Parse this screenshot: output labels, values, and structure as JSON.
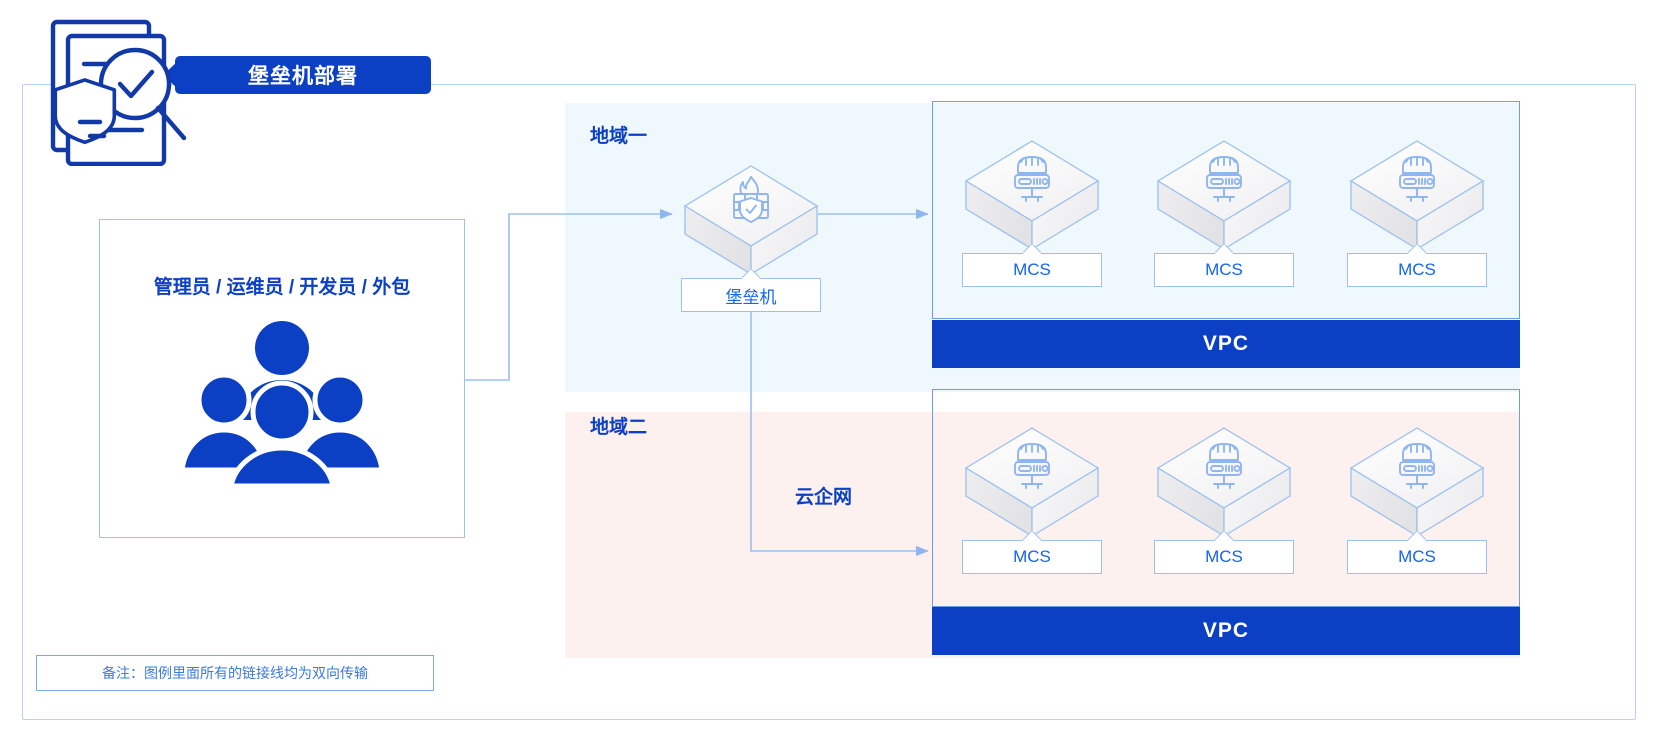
{
  "header": {
    "title": "堡垒机部署",
    "icon": "document-check-shield-icon"
  },
  "users_panel": {
    "label": "管理员 / 运维员 / 开发员 / 外包",
    "icon": "users-group-icon"
  },
  "note": {
    "text": "备注：图例里面所有的链接线均为双向传输"
  },
  "regions": [
    {
      "id": "region-1",
      "title": "地域一",
      "background": "#eef8fd",
      "vpc": {
        "label": "VPC",
        "bar_color": "#0b3fc4",
        "nodes": [
          {
            "label": "MCS",
            "icon": "server-icon"
          },
          {
            "label": "MCS",
            "icon": "server-icon"
          },
          {
            "label": "MCS",
            "icon": "server-icon"
          }
        ]
      }
    },
    {
      "id": "region-2",
      "title": "地域二",
      "background": "#fdf1f0",
      "vpc": {
        "label": "VPC",
        "bar_color": "#0b3fc4",
        "nodes": [
          {
            "label": "MCS",
            "icon": "server-icon"
          },
          {
            "label": "MCS",
            "icon": "server-icon"
          },
          {
            "label": "MCS",
            "icon": "server-icon"
          }
        ]
      }
    }
  ],
  "bastion": {
    "label": "堡垒机",
    "icon": "firewall-shield-icon"
  },
  "network": {
    "cen_label": "云企网"
  },
  "colors": {
    "brand_blue": "#0b3fc4",
    "link_blue": "#1463f3",
    "line_blue": "#9cc0ef",
    "region1_bg": "#eef8fd",
    "region2_bg": "#fdf1f0",
    "frame_border": "#b9d1f7"
  }
}
